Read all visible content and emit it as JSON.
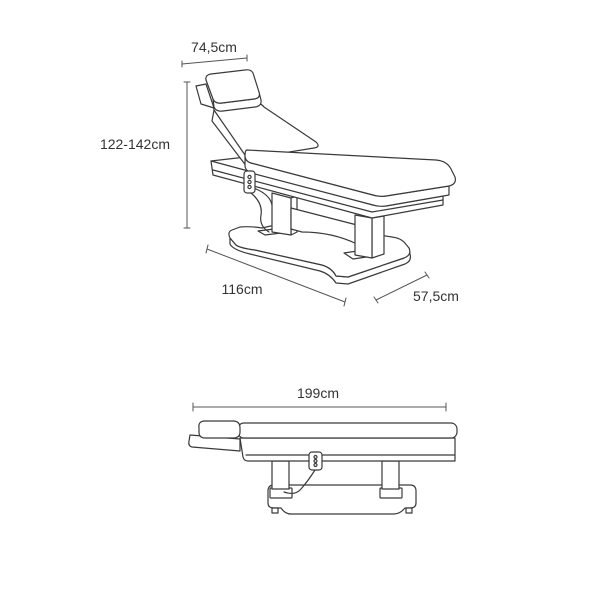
{
  "views": {
    "isometric": {
      "label_top": "74,5cm",
      "label_height": "122-142cm",
      "label_length": "116cm",
      "label_width": "57,5cm"
    },
    "side": {
      "label_length": "199cm"
    }
  },
  "colors": {
    "line": "#3a3a3a",
    "background": "#ffffff"
  }
}
